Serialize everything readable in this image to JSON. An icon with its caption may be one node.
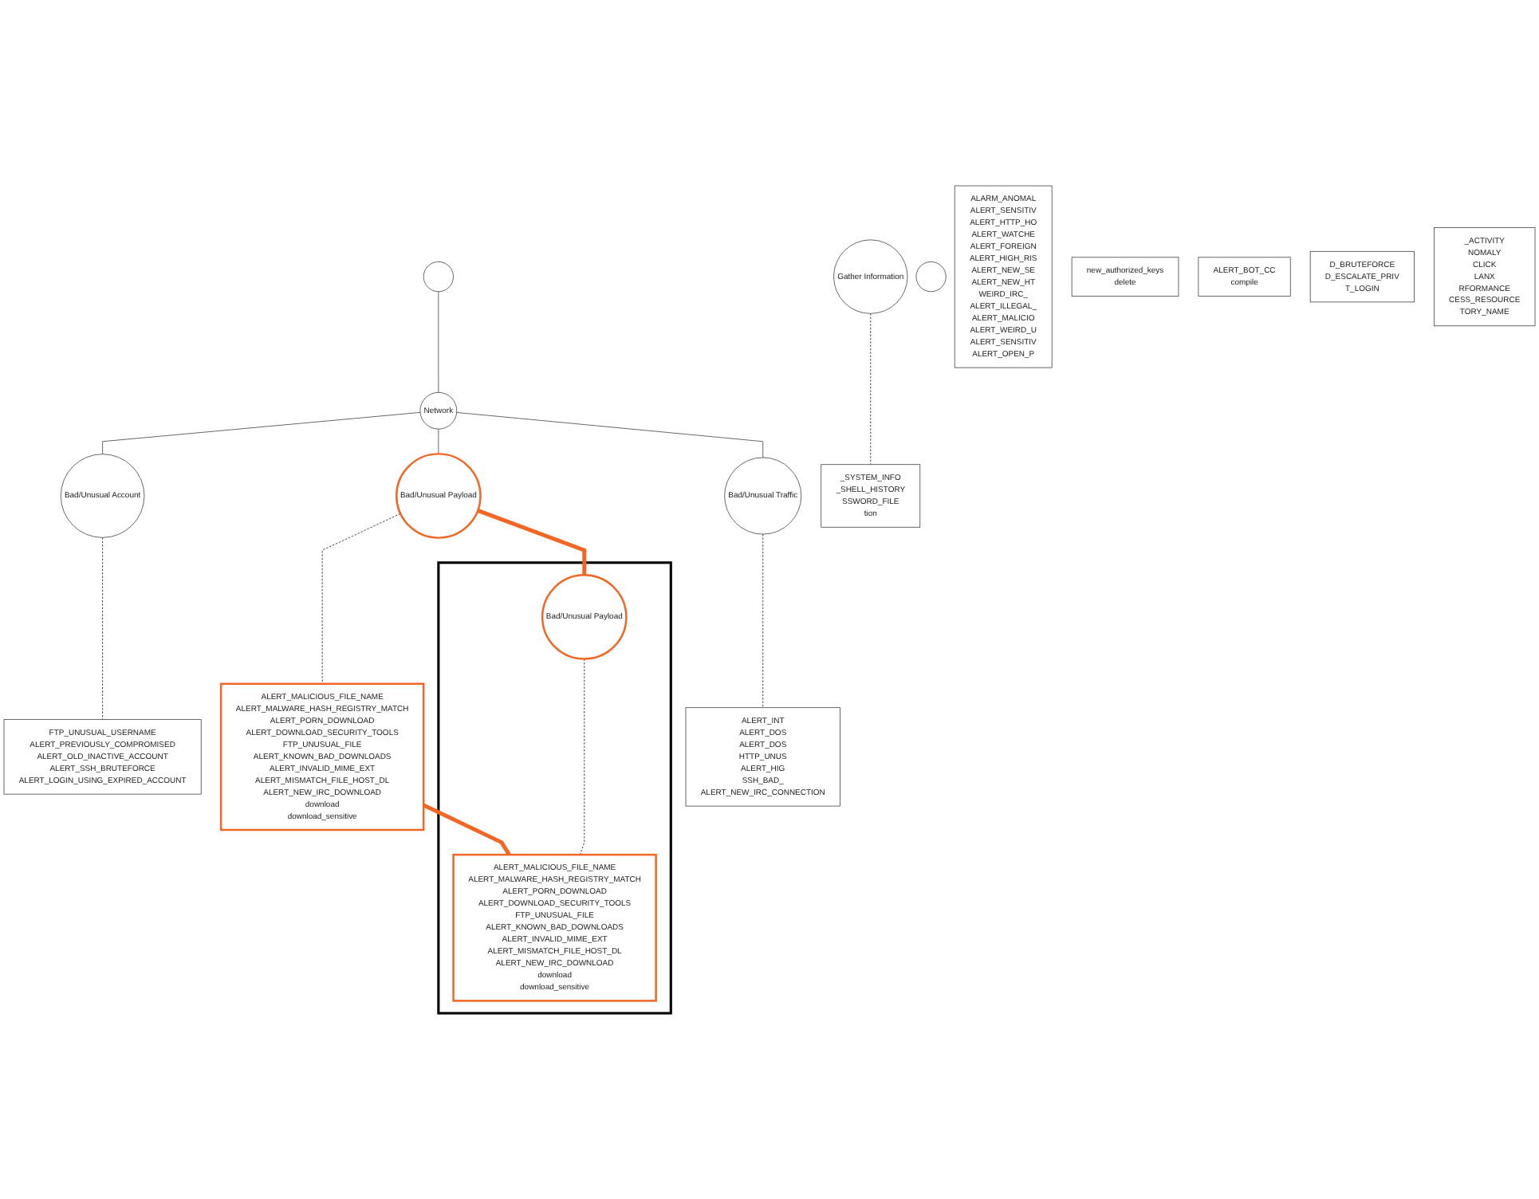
{
  "diagram": {
    "nodes": [
      {
        "text": [],
        "shape": "circle"
      },
      {
        "text": [
          "Network"
        ]
      },
      {
        "text": [
          "Bad/Unusual Account"
        ]
      },
      {
        "text": [
          "Bad/Unusual Payload"
        ]
      },
      {
        "text": [
          "Bad/Unusual Traffic"
        ]
      },
      {
        "text": [],
        "shape": "circle"
      },
      {
        "text": [
          "Gather Information"
        ]
      },
      {
        "text": [
          "ALERT_MALICIOUS_FILE_NAME",
          "ALERT_MALWARE_HASH_REGISTRY_MATCH",
          "ALERT_PORN_DOWNLOAD",
          "ALERT_DOWNLOAD_SECURITY_TOOLS",
          "FTP_UNUSUAL_FILE",
          "ALERT_KNOWN_BAD_DOWNLOADS",
          "ALERT_INVALID_MIME_EXT",
          "ALERT_MISMATCH_FILE_HOST_DL",
          "ALERT_NEW_IRC_DOWNLOAD",
          "download",
          "download_sensitive"
        ]
      },
      {
        "text": [
          "ALARM_ANOMAL",
          "ALERT_SENSITIV",
          "ALERT_HTTP_HO",
          "ALERT_WATCHE",
          "ALERT_FOREIGN",
          "ALERT_HIGH_RIS",
          "ALERT_NEW_SE",
          "ALERT_NEW_HT",
          "WEIRD_IRC_",
          "ALERT_ILLEGAL_",
          "ALERT_MALICIO",
          "ALERT_WEIRD_U",
          "ALERT_SENSITIV",
          "ALERT_OPEN_P"
        ]
      },
      {
        "text": [
          "FTP_UNUSUAL_USERNAME",
          "ALERT_PREVIOUSLY_COMPROMISED",
          "ALERT_OLD_INACTIVE_ACCOUNT",
          "ALERT_SSH_BRUTEFORCE",
          "ALERT_LOGIN_USING_EXPIRED_ACCOUNT"
        ]
      },
      {
        "text": [
          "ALERT_INT",
          "ALERT_DOS",
          "ALERT_DOS",
          "HTTP_UNUS",
          "ALERT_HIG",
          "SSH_BAD_",
          "ALERT_NEW_IRC_CONNECTION"
        ]
      },
      {
        "text": [
          "new_authorized_keys",
          "delete"
        ]
      },
      {
        "text": [
          "ALERT_BOT_CC",
          "compile"
        ]
      },
      {
        "text": [
          "_SYSTEM_INFO",
          "_SHELL_HISTORY",
          "SSWORD_FILE",
          "tion"
        ]
      },
      {
        "text": [
          "D_BRUTEFORCE",
          "D_ESCALATE_PRIV",
          "T_LOGIN"
        ]
      },
      {
        "text": [
          "_ACTIVITY",
          "NOMALY",
          "CLICK",
          "LANX",
          "RFORMANCE",
          "CESS_RESOURCE",
          "TORY_NAME"
        ]
      },
      {
        "text": [],
        "shape": "box"
      },
      {
        "text": [
          "Bad/Unusual Payload"
        ],
        "in": 16
      },
      {
        "text": [
          "ALERT_MALICIOUS_FILE_NAME",
          "ALERT_MALWARE_HASH_REGISTRY_MATCH",
          "ALERT_PORN_DOWNLOAD",
          "ALERT_DOWNLOAD_SECURITY_TOOLS",
          "FTP_UNUSUAL_FILE",
          "ALERT_KNOWN_BAD_DOWNLOADS",
          "ALERT_INVALID_MIME_EXT",
          "ALERT_MISMATCH_FILE_HOST_DL",
          "ALERT_NEW_IRC_DOWNLOAD",
          "download",
          "download_sensitive"
        ],
        "in": 16
      }
    ],
    "edges": [
      {
        "from": 0,
        "to": 1,
        "arrow": "none"
      },
      {
        "from": 1,
        "to": 2,
        "arrow": "none"
      },
      {
        "from": 1,
        "to": 3,
        "arrow": "none"
      },
      {
        "from": 1,
        "to": 4,
        "arrow": "none"
      },
      {
        "from": 2,
        "to": 9,
        "arrow": "none",
        "style": "dashed"
      },
      {
        "from": 3,
        "to": 7,
        "arrow": "none",
        "style": "dashed"
      },
      {
        "from": 4,
        "to": 10,
        "arrow": "none",
        "style": "dashed"
      },
      {
        "from": 6,
        "to": 13,
        "arrow": "none",
        "style": "dashed"
      },
      {
        "from": 17,
        "to": 18,
        "arrow": "none",
        "style": "dashed"
      },
      {
        "from": 3,
        "to": 17,
        "arrow": "none",
        "style": "thick",
        "color": "#f26522"
      },
      {
        "from": 7,
        "to": 18,
        "arrow": "none",
        "style": "thick",
        "color": "#f26522"
      }
    ]
  }
}
